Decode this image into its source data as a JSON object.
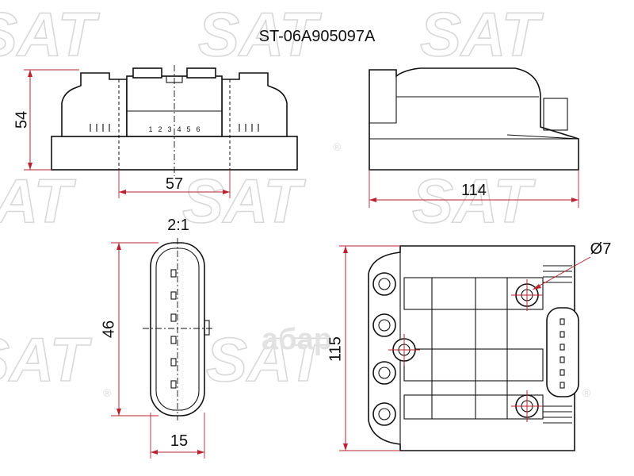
{
  "part_number": "ST-06A905097A",
  "watermark": {
    "brand": "SAT",
    "registered_mark": "®",
    "center_mark": "aбаp"
  },
  "views": {
    "front": {
      "height_dim": "54",
      "width_dim": "57",
      "pin_numbers": [
        "1",
        "2",
        "3",
        "4",
        "5",
        "6"
      ]
    },
    "side": {
      "length_dim": "114"
    },
    "connector": {
      "scale": "2:1",
      "height_dim": "46",
      "width_dim": "15"
    },
    "top": {
      "height_dim": "115",
      "hole_dim": "Ø7"
    }
  },
  "colors": {
    "line": "#111111",
    "dimension": "#b8232f",
    "watermark": "#d8d8d8"
  }
}
